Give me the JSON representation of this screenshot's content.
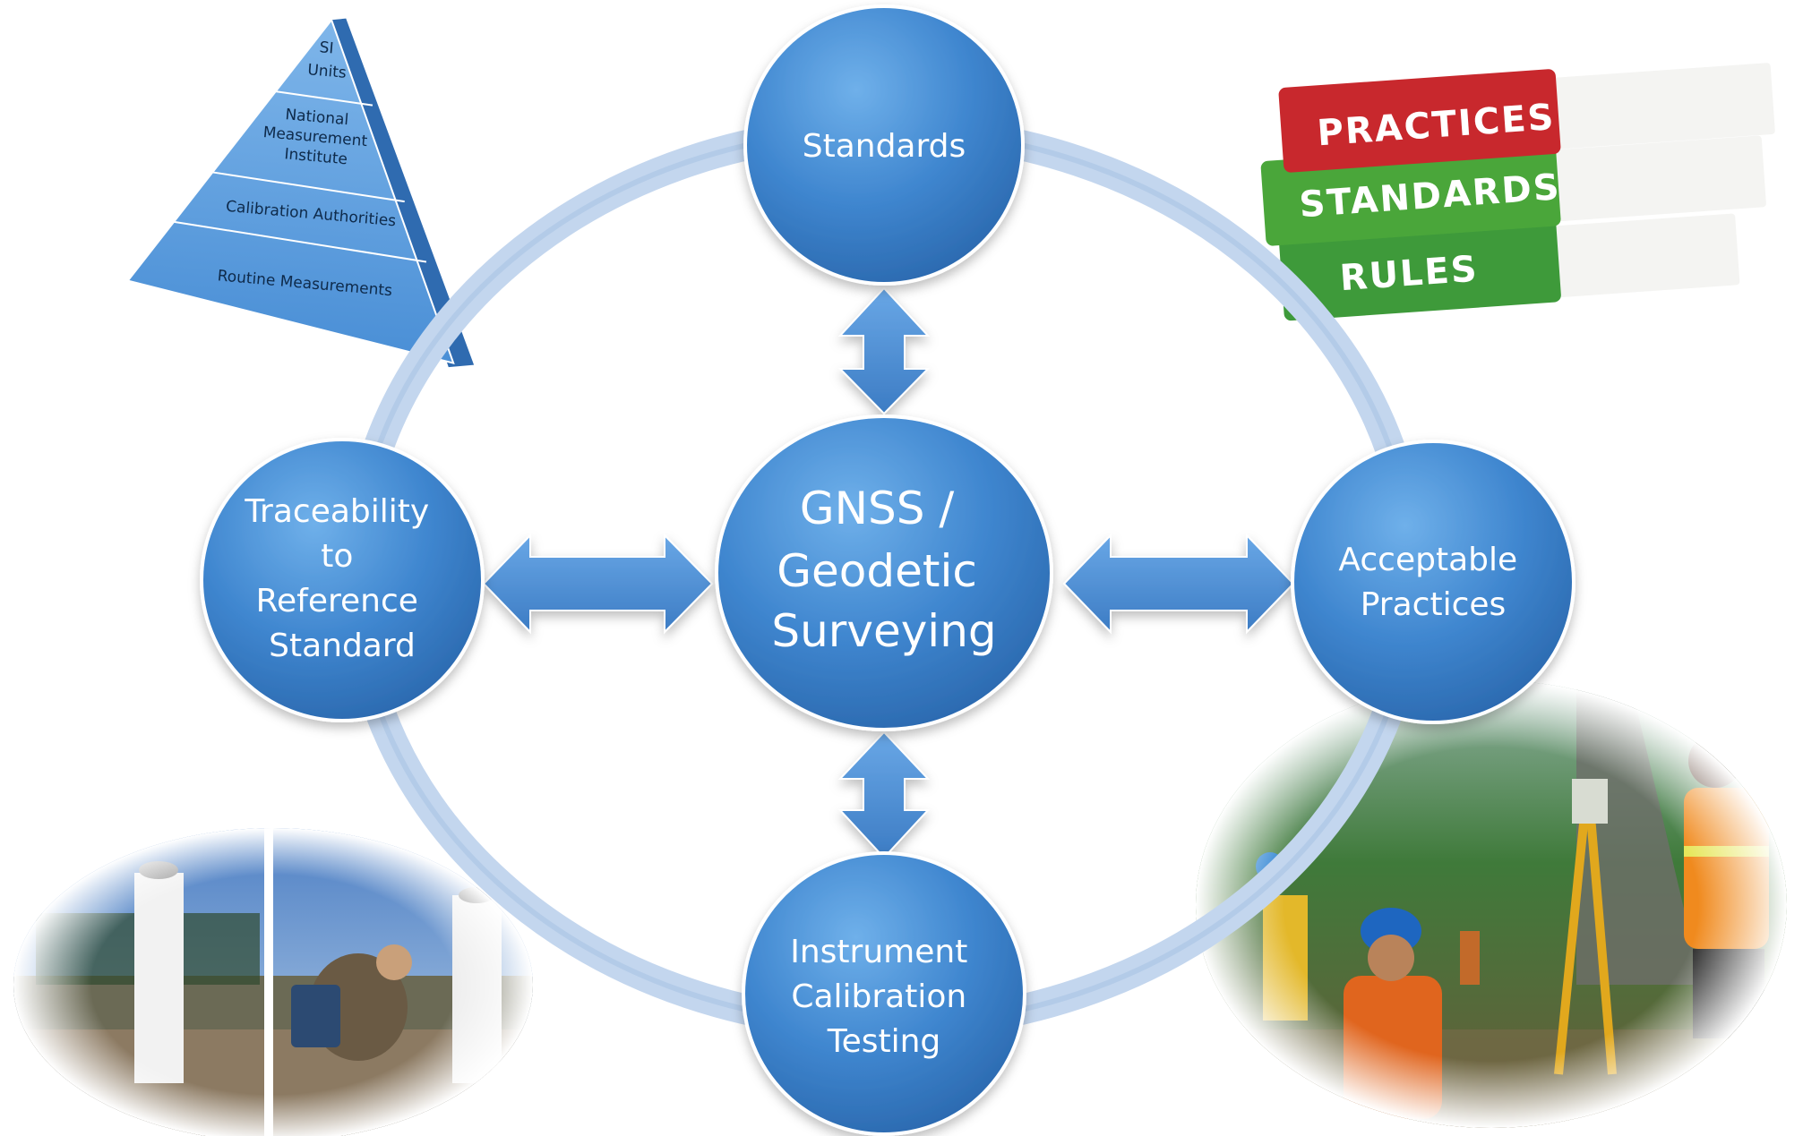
{
  "center": {
    "lines": [
      "GNSS /",
      "Geodetic",
      "Surveying"
    ]
  },
  "nodes": {
    "top": {
      "lines": [
        "Standards"
      ]
    },
    "left": {
      "lines": [
        "Traceability",
        "to",
        "Reference",
        "Standard"
      ]
    },
    "right": {
      "lines": [
        "Acceptable",
        "Practices"
      ]
    },
    "bottom": {
      "lines": [
        "Instrument",
        "Calibration",
        "Testing"
      ]
    }
  },
  "pyramid": {
    "tiers": [
      {
        "lines": [
          "SI",
          "Units"
        ]
      },
      {
        "lines": [
          "National",
          "Measurement",
          "Institute"
        ]
      },
      {
        "lines": [
          "Calibration Authorities"
        ]
      },
      {
        "lines": [
          "Routine Measurements"
        ]
      }
    ]
  },
  "books": {
    "titles": [
      "PRACTICES",
      "STANDARDS",
      "RULES"
    ],
    "colors": [
      "#c8282d",
      "#4aa63a",
      "#3e9a3a"
    ]
  },
  "colors": {
    "node_fill": "#3f86cf",
    "ring": "#c5d8ef",
    "arrow": "#4f8fd6"
  }
}
